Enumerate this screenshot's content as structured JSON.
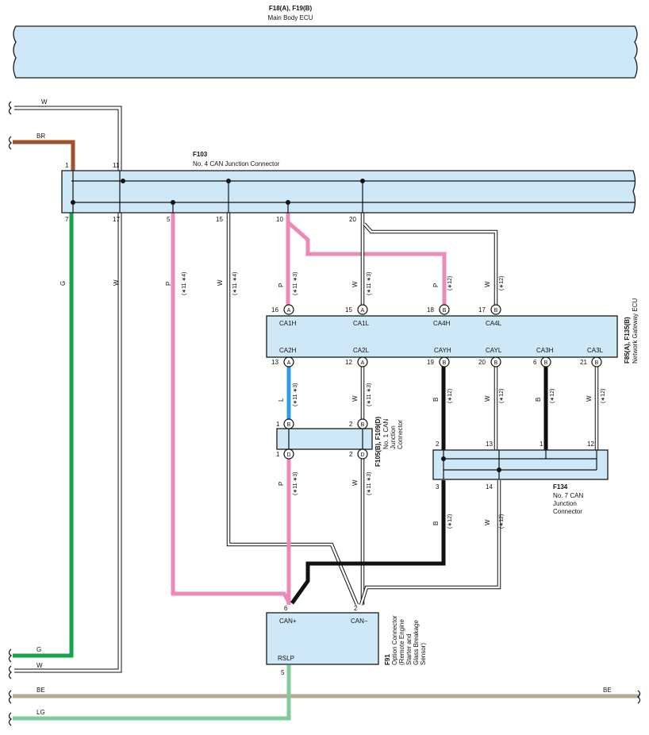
{
  "ecu_main": {
    "code": "F18(A), F19(B)",
    "name": "Main Body ECU"
  },
  "f103": {
    "code": "F103",
    "name": "No. 4 CAN Junction Connector",
    "pins_top": [
      "1",
      "11"
    ],
    "pins_bottom": [
      "7",
      "17",
      "5",
      "15",
      "10",
      "20"
    ]
  },
  "gateway": {
    "code": "F85(A), F135(B)",
    "name": "Network Gateway ECU",
    "top_pins": [
      {
        "pin": "16",
        "conn": "A",
        "name": "CA1H"
      },
      {
        "pin": "15",
        "conn": "A",
        "name": "CA1L"
      },
      {
        "pin": "18",
        "conn": "B",
        "name": "CA4H"
      },
      {
        "pin": "17",
        "conn": "B",
        "name": "CA4L"
      }
    ],
    "bottom_pins": [
      {
        "pin": "13",
        "conn": "A",
        "name": "CA2H"
      },
      {
        "pin": "12",
        "conn": "A",
        "name": "CA2L"
      },
      {
        "pin": "19",
        "conn": "B",
        "name": "CAYH"
      },
      {
        "pin": "20",
        "conn": "B",
        "name": "CAYL"
      },
      {
        "pin": "6",
        "conn": "B",
        "name": "CA3H"
      },
      {
        "pin": "21",
        "conn": "B",
        "name": "CA3L"
      }
    ]
  },
  "f105": {
    "code": "F105(B), F109(D)",
    "name_lines": [
      "No. 1 CAN",
      "Junction",
      "Connector"
    ],
    "top_pins": [
      {
        "pin": "1",
        "conn": "B"
      },
      {
        "pin": "2",
        "conn": "B"
      }
    ],
    "bottom_pins": [
      {
        "pin": "1",
        "conn": "D"
      },
      {
        "pin": "2",
        "conn": "D"
      }
    ]
  },
  "f134": {
    "code": "F134",
    "name_lines": [
      "No. 7 CAN",
      "Junction",
      "Connector"
    ],
    "top_pins": [
      "2",
      "13",
      "1",
      "12"
    ],
    "bottom_pins": [
      "3",
      "14"
    ]
  },
  "f91": {
    "code": "F91",
    "name_lines": [
      "Option Connector",
      "(Remote Engine",
      "Starter and",
      "Glass Breakage",
      "Sensor)"
    ],
    "pins": {
      "can_plus": "6",
      "can_minus": "2",
      "rslp": "5"
    },
    "labels": {
      "can_plus": "CAN+",
      "can_minus": "CAN−",
      "rslp": "RSLP"
    }
  },
  "wire_labels": {
    "w_top": "W",
    "br": "BR",
    "g_bottom": "G",
    "w_bottom": "W",
    "be_left": "BE",
    "be_right": "BE",
    "lg": "LG",
    "g_vert": "G",
    "w17": "W",
    "p5": "P",
    "w15": "W",
    "p10": "P",
    "w20": "W",
    "p18": "P",
    "w17g": "W",
    "l13": "L",
    "w12": "W",
    "b19": "B",
    "w20g": "W",
    "b6": "B",
    "w21": "W",
    "p1d": "P",
    "w2d": "W",
    "b3": "B",
    "w14": "W"
  },
  "notes": {
    "n11_4": "(∗11 ∗4)",
    "n11_3": "(∗11 ∗3)",
    "n12": "(∗12)"
  },
  "colors": {
    "box_fill": "#cfe8f7",
    "pink": "#ee88b8",
    "green": "#16a24b",
    "brown": "#a2522a",
    "beige": "#b8a898",
    "lightgreen": "#80cc99",
    "blue": "#2aa0e0",
    "black": "#111111"
  }
}
